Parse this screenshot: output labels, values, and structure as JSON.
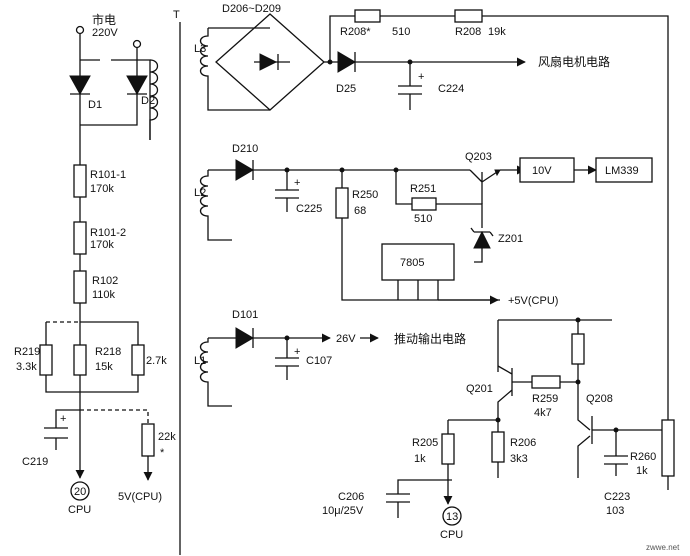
{
  "mains": {
    "label1": "市电",
    "label2": "220V"
  },
  "transformer_label": "T",
  "diodes": {
    "d1": "D1",
    "d2": "D2",
    "bridge": "D206~D209",
    "d25": "D25",
    "d210": "D210",
    "d101": "D101"
  },
  "coils": {
    "l3": "L3",
    "l2": "L2",
    "l1": "L1"
  },
  "resistors": {
    "r208s": "R208*",
    "r208s_val": "510",
    "r208": "R208",
    "r208_val": "19k",
    "r101_1": "R101-1",
    "r101_1_val": "170k",
    "r101_2": "R101-2",
    "r101_2_val": "170k",
    "r102": "R102",
    "r102_val": "110k",
    "r219": "R219",
    "r219_val": "3.3k",
    "r218": "R218",
    "r218_val": "15k",
    "r27k_val": "2.7k",
    "r22k_val": "22k",
    "r22k_star": "*",
    "r250": "R250",
    "r250_val": "68",
    "r251": "R251",
    "r251_val": "510",
    "r259": "R259",
    "r259_val": "4k7",
    "r205": "R205",
    "r205_val": "1k",
    "r206": "R206",
    "r206_val": "3k3",
    "r260": "R260",
    "r260_val": "1k"
  },
  "capacitors": {
    "c224": "C224",
    "c225": "C225",
    "c107": "C107",
    "c219": "C219",
    "c206": "C206",
    "c206_val": "10μ/25V",
    "c223": "C223",
    "c223_val": "103"
  },
  "transistors": {
    "q203": "Q203",
    "q201": "Q201",
    "q208": "Q208"
  },
  "zener": "Z201",
  "regulator": "7805",
  "blocks": {
    "ten_v": "10V",
    "lm339": "LM339"
  },
  "outputs": {
    "fan": "风扇电机电路",
    "v26": "26V",
    "drive": "推动输出电路",
    "v5cpu_right": "+5V(CPU)",
    "v5cpu_left": "5V(CPU)"
  },
  "pins": {
    "p20": "20",
    "p20_label": "CPU",
    "p13": "13",
    "p13_label": "CPU"
  },
  "watermark": "zwwe.net"
}
